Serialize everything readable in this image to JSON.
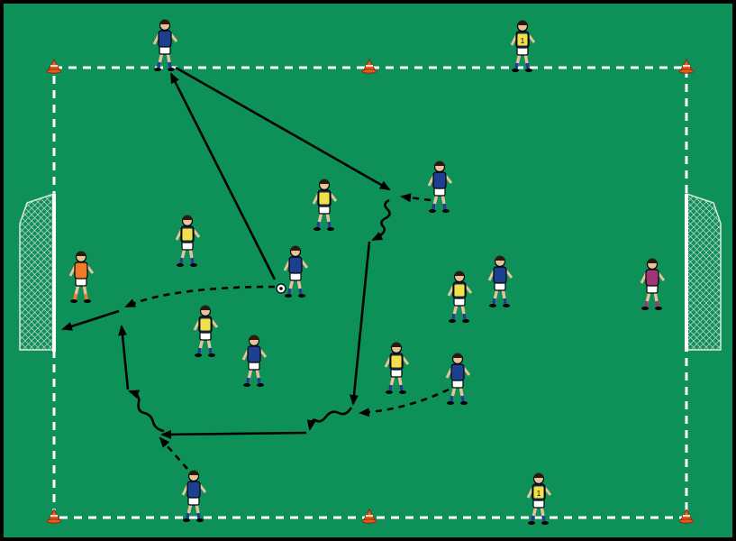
{
  "colors": {
    "pitch": "#0e9158",
    "border": "#000000",
    "line": "#ffffff",
    "arrow": "#000000",
    "cone": "#e8581c",
    "team_blue_shirt": "#1d3f8f",
    "team_blue_shorts": "#ffffff",
    "bib_yellow": "#f1e04a",
    "keeper_left": "#f07a2a",
    "keeper_right": "#a0357a",
    "skin": "#e9c29a",
    "hair": "#2a1a10"
  },
  "players": [
    {
      "role": "outside-player-top-left",
      "kit": "blue"
    },
    {
      "role": "outside-player-top-right",
      "kit": "yellow",
      "number": "1"
    },
    {
      "role": "outside-player-bottom-left",
      "kit": "blue"
    },
    {
      "role": "outside-player-bottom-right",
      "kit": "yellow",
      "number": "1"
    },
    {
      "role": "goalkeeper-left",
      "kit": "keeper-left"
    },
    {
      "role": "goalkeeper-right",
      "kit": "keeper-right"
    },
    {
      "role": "field-player",
      "kit": "yellow"
    },
    {
      "role": "field-player",
      "kit": "yellow"
    },
    {
      "role": "field-player",
      "kit": "yellow"
    },
    {
      "role": "field-player",
      "kit": "yellow"
    },
    {
      "role": "field-player",
      "kit": "yellow"
    },
    {
      "role": "field-player-with-ball",
      "kit": "blue"
    },
    {
      "role": "field-player",
      "kit": "blue"
    },
    {
      "role": "field-player",
      "kit": "blue"
    },
    {
      "role": "field-player",
      "kit": "blue"
    },
    {
      "role": "field-player",
      "kit": "blue"
    }
  ],
  "icons": [
    "cone-icon",
    "goal-icon",
    "ball-icon",
    "player-icon"
  ]
}
